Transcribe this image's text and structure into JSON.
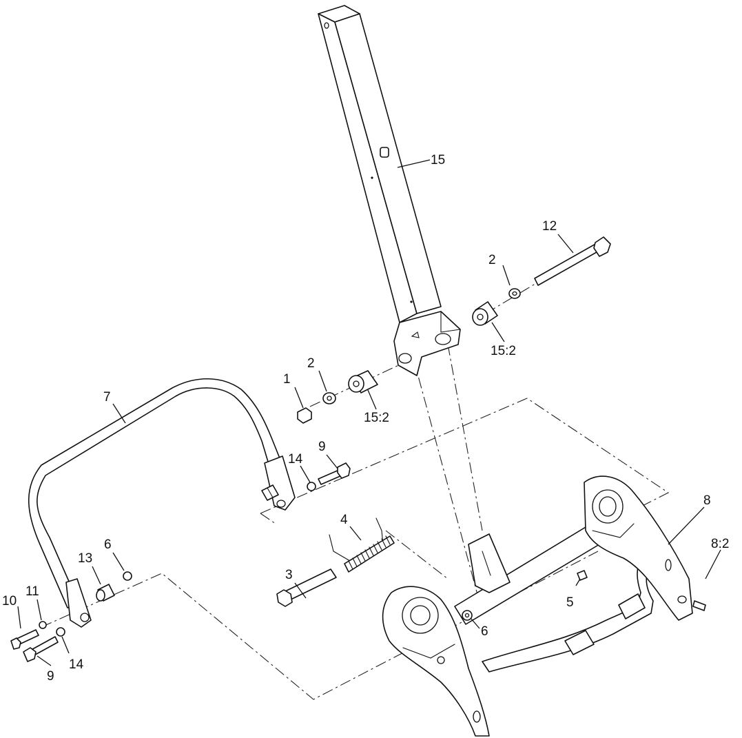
{
  "callouts": {
    "c1": "1",
    "c2a": "2",
    "c2b": "2",
    "c3": "3",
    "c4": "4",
    "c5": "5",
    "c6a": "6",
    "c6b": "6",
    "c7": "7",
    "c8": "8",
    "c8_2": "8:2",
    "c9a": "9",
    "c9b": "9",
    "c10": "10",
    "c11": "11",
    "c12": "12",
    "c13": "13",
    "c14a": "14",
    "c14b": "14",
    "c15": "15",
    "c15_2a": "15:2",
    "c15_2b": "15:2"
  },
  "colors": {
    "line": "#111111",
    "background": "#ffffff"
  }
}
